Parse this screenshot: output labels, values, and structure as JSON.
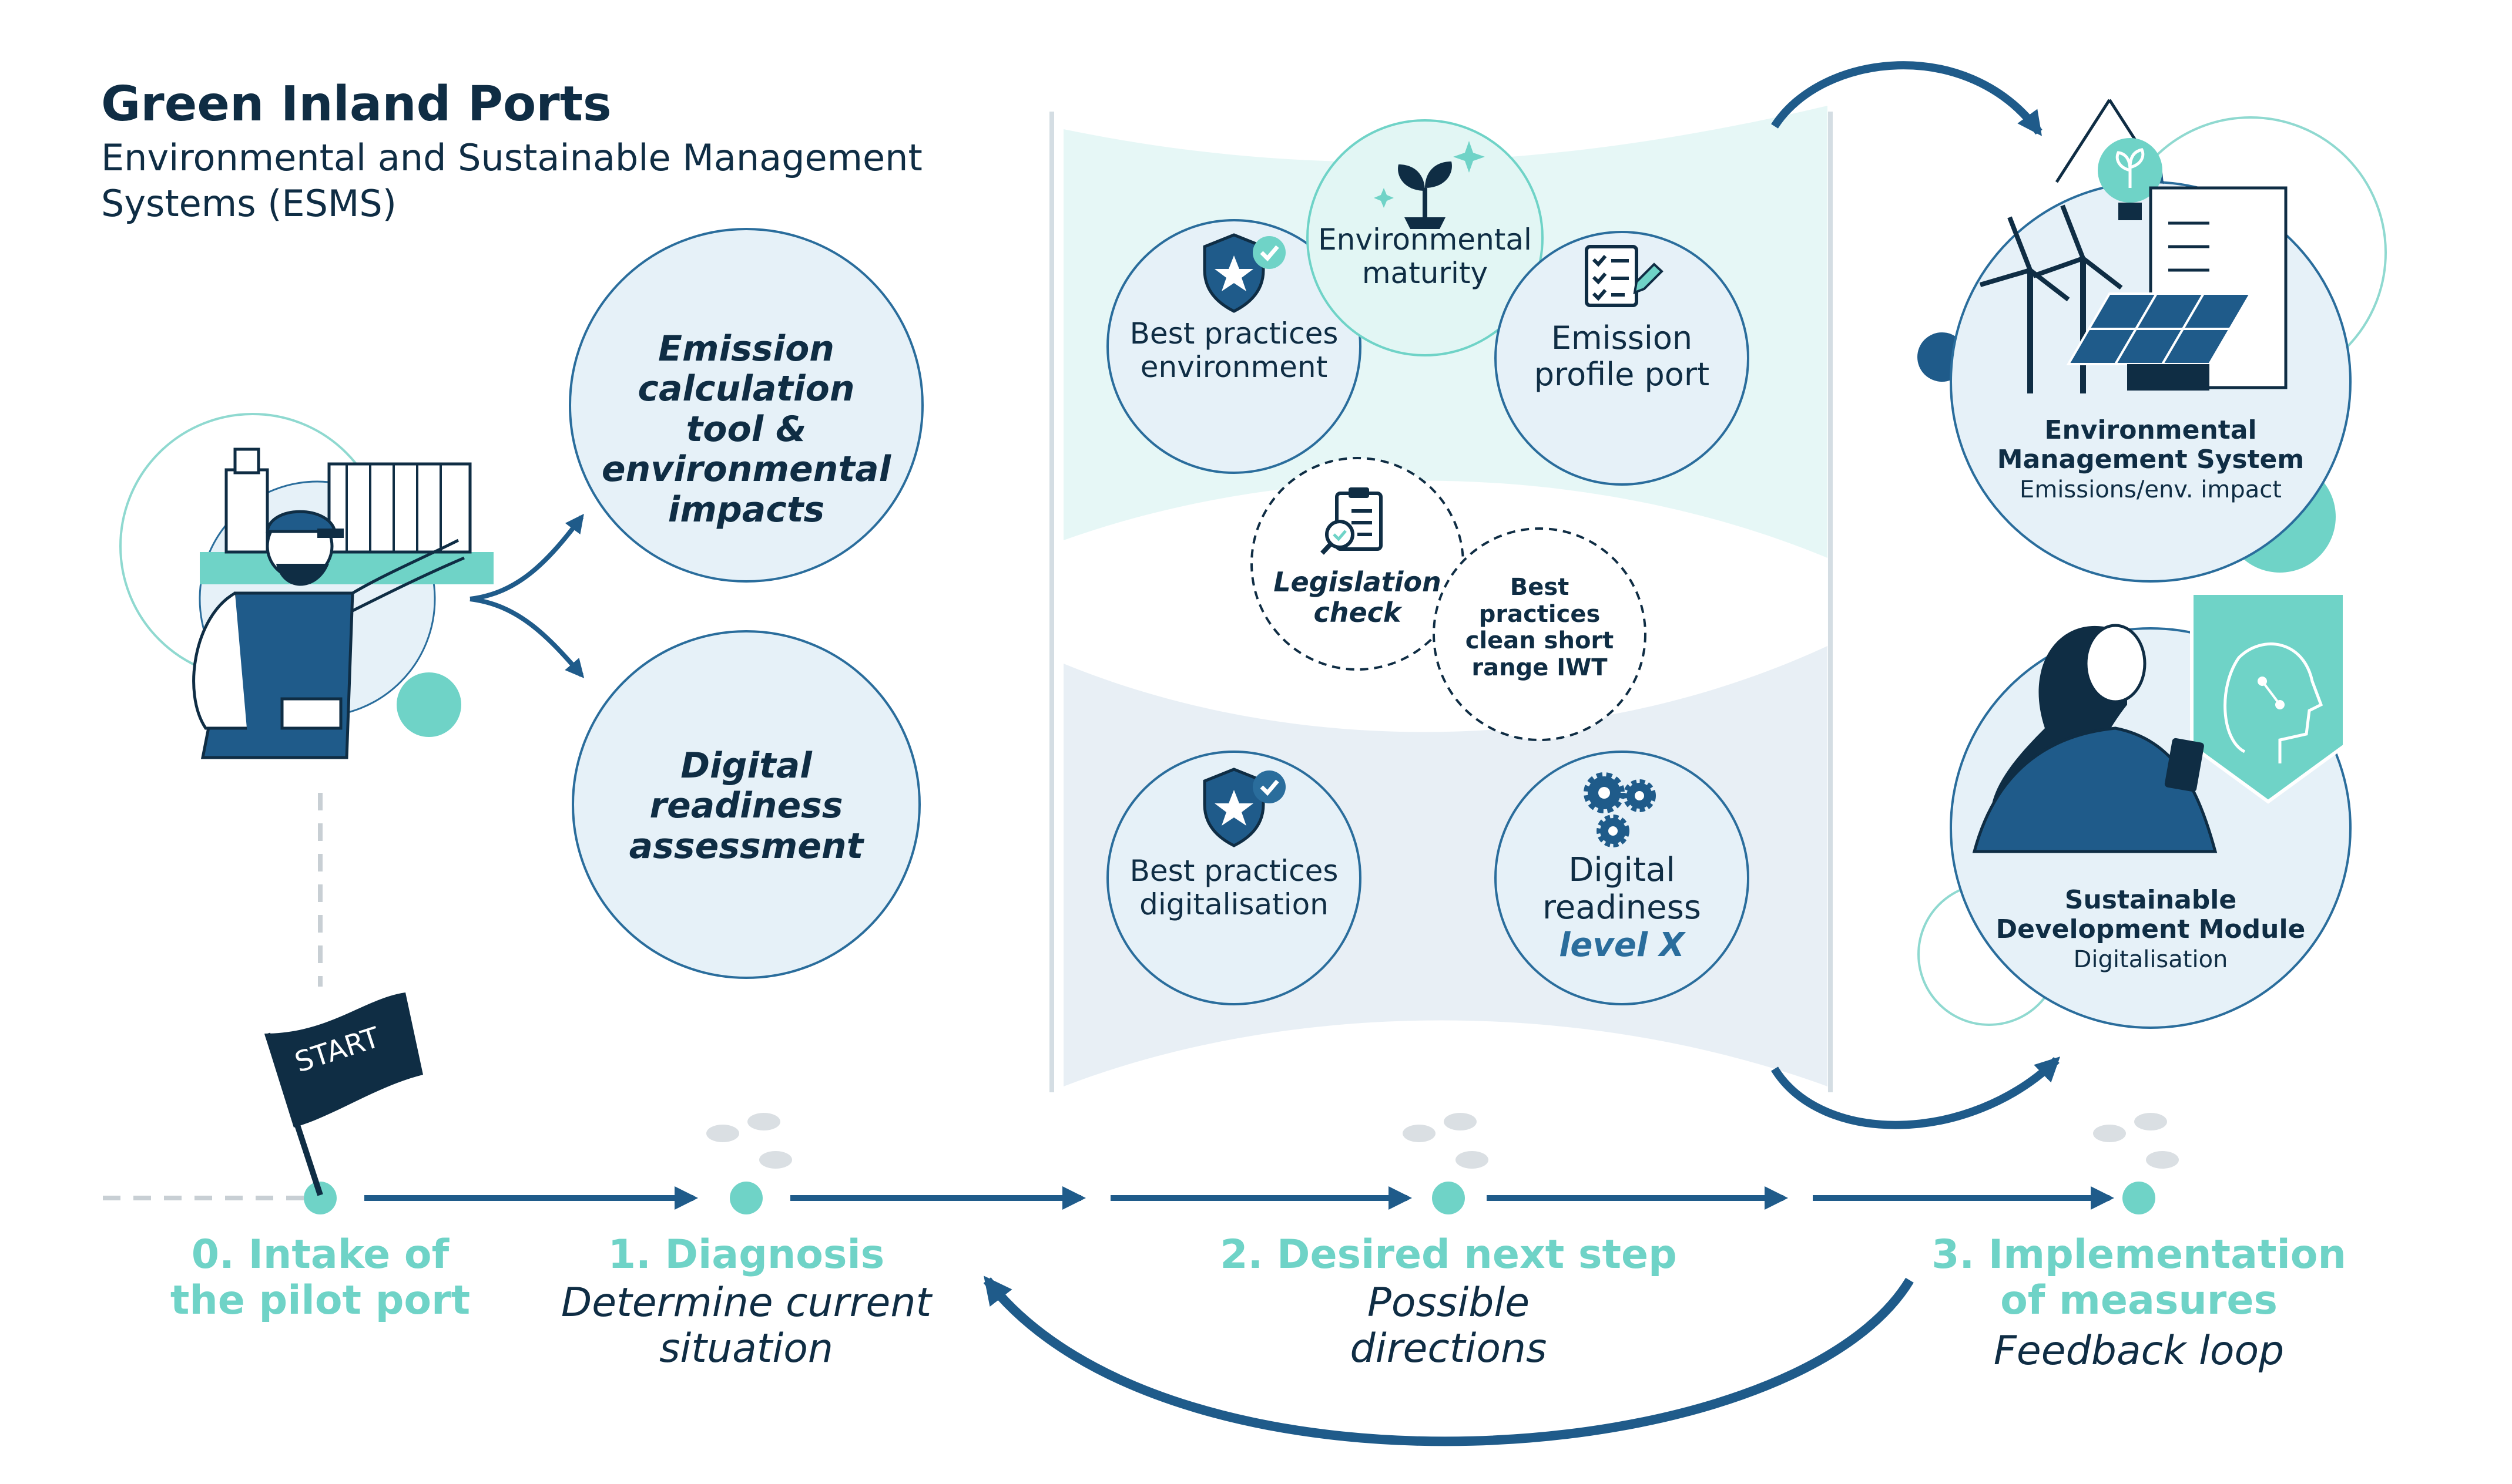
{
  "header": {
    "title": "Green Inland Ports",
    "subtitle": "Environmental and Sustainable Management Systems (ESMS)"
  },
  "diagnosis_bubbles": {
    "emission_tool": "Emission calculation tool & environmental impacts",
    "digital_readiness": "Digital readiness assessment"
  },
  "middle_panel": {
    "best_practices_environment": "Best practices environment",
    "environmental_maturity": "Environmental maturity",
    "emission_profile": "Emission profile port",
    "legislation_check": "Legislation check",
    "best_practices_iwt": "Best practices clean short range IWT",
    "best_practices_digitalisation": "Best practices digitalisation",
    "digital_readiness_level_prefix": "Digital readiness",
    "digital_readiness_level_suffix": "level X"
  },
  "right_panel": {
    "ems_title": "Environmental Management System",
    "ems_subtitle": "Emissions/env. impact",
    "sdm_title": "Sustainable Development Module",
    "sdm_subtitle": "Digitalisation"
  },
  "flag": {
    "label": "START"
  },
  "steps": [
    {
      "heading": "0. Intake of the pilot port",
      "sub": ""
    },
    {
      "heading": "1. Diagnosis",
      "sub": "Determine current situation"
    },
    {
      "heading": "2. Desired next step",
      "sub": "Possible directions"
    },
    {
      "heading": "3. Implementation of measures",
      "sub": "Feedback loop"
    }
  ],
  "icons": [
    "person-pointing-icon",
    "ship-icon",
    "shield-star-icon",
    "plant-icon",
    "clipboard-checklist-icon",
    "legislation-clipboard-icon",
    "gears-icon",
    "wind-turbine-icon",
    "solar-panel-icon",
    "lightbulb-icon",
    "recycle-arrows-icon",
    "woman-tablet-icon",
    "ai-head-shield-icon",
    "start-flag-icon",
    "footprints-icon"
  ],
  "colors": {
    "navy": "#0f2d44",
    "blue": "#1f5b8a",
    "teal": "#6fd3c7",
    "bubble_fill": "#e6f1f8",
    "bubble_stroke": "#2a6d9c",
    "mint_band": "#dff4f2"
  }
}
